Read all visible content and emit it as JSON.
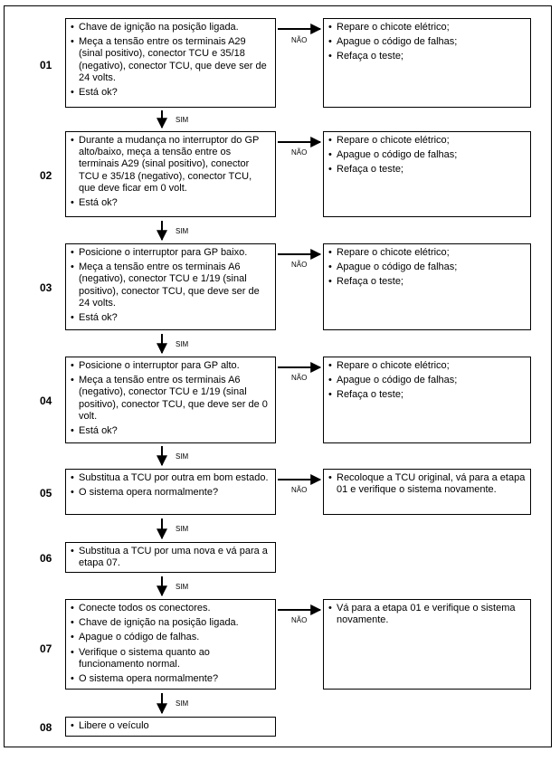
{
  "labels": {
    "sim": "SIM",
    "nao": "NÃO"
  },
  "steps": [
    {
      "id": "01",
      "actions": [
        "Chave de ignição na posição ligada.",
        "Meça a tensão entre os terminais A29 (sinal positivo), conector TCU e 35/18 (negativo), conector TCU, que deve ser de 24 volts.",
        "Está ok?"
      ],
      "fail": [
        "Repare o chicote elétrico;",
        "Apague o código de falhas;",
        "Refaça o teste;"
      ]
    },
    {
      "id": "02",
      "actions": [
        "Durante a mudança no interruptor do GP alto/baixo, meça a tensão entre os terminais A29 (sinal positivo), conector TCU e 35/18 (negativo), conector TCU, que deve ficar em 0 volt.",
        "Está ok?"
      ],
      "fail": [
        "Repare o chicote elétrico;",
        "Apague o código de falhas;",
        "Refaça o teste;"
      ]
    },
    {
      "id": "03",
      "actions": [
        "Posicione o interruptor para GP baixo.",
        "Meça a tensão entre os terminais A6 (negativo), conector TCU e 1/19 (sinal positivo), conector TCU, que deve ser de 24 volts.",
        "Está ok?"
      ],
      "fail": [
        "Repare o chicote elétrico;",
        "Apague o código de falhas;",
        "Refaça o teste;"
      ]
    },
    {
      "id": "04",
      "actions": [
        "Posicione o interruptor para GP alto.",
        "Meça a tensão entre os terminais A6 (negativo), conector TCU e 1/19 (sinal positivo), conector TCU, que deve ser de 0 volt.",
        "Está ok?"
      ],
      "fail": [
        "Repare o chicote elétrico;",
        "Apague o código de falhas;",
        "Refaça o teste;"
      ]
    },
    {
      "id": "05",
      "actions": [
        "Substitua a TCU por outra em bom estado.",
        "O sistema opera normalmente?"
      ],
      "fail": [
        "Recoloque a TCU original, vá para a etapa 01 e verifique o sistema novamente."
      ]
    },
    {
      "id": "06",
      "actions": [
        "Substitua a TCU por uma nova e vá para a etapa 07."
      ],
      "fail": []
    },
    {
      "id": "07",
      "actions": [
        "Conecte todos os conectores.",
        "Chave de ignição na posição ligada.",
        "Apague o código de falhas.",
        "Verifique o sistema quanto ao funcionamento normal.",
        "O sistema opera normalmente?"
      ],
      "fail": [
        "Vá para a etapa 01 e verifique o sistema novamente."
      ]
    },
    {
      "id": "08",
      "actions": [
        "Libere o veículo"
      ],
      "fail": []
    }
  ]
}
